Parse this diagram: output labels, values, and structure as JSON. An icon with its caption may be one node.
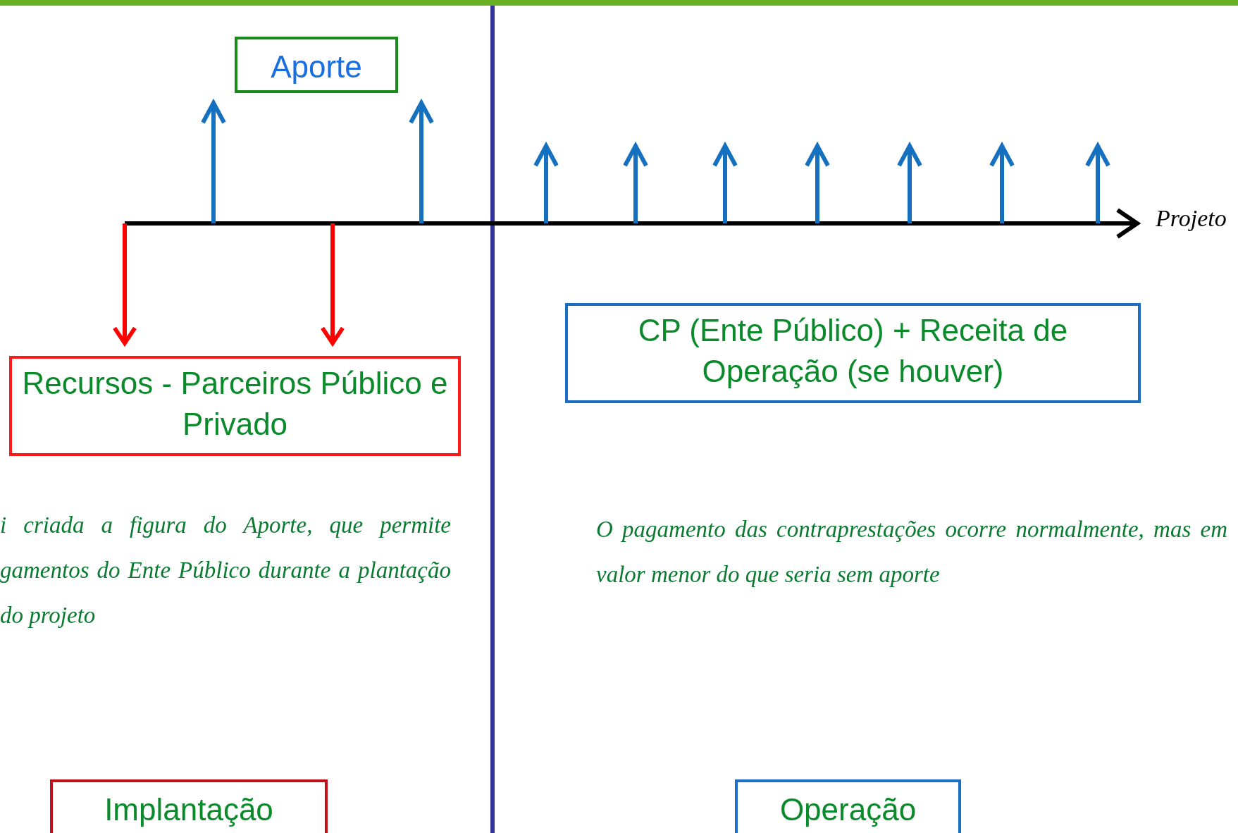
{
  "diagram": {
    "nodes": [
      {
        "text": [
          "Aporte"
        ]
      },
      {
        "text": [
          "Recursos -  Parceiros Público e Privado"
        ]
      },
      {
        "text": [
          "CP (Ente Público) + Receita de Operação (se houver)"
        ]
      },
      {
        "text": [
          "Implantação"
        ]
      },
      {
        "text": [
          "Operação"
        ]
      }
    ],
    "edges": [
      {
        "from": null,
        "to": 1,
        "arrow": "to"
      },
      {
        "from": null,
        "to": 1,
        "arrow": "to"
      }
    ],
    "labels": [
      "Projeto",
      "i criada a figura do Aporte, que permite gamentos do Ente Público durante a plantação do projeto",
      "O pagamento das contraprestações ocorre normalmente, mas em valor menor do que seria sem aporte"
    ]
  }
}
